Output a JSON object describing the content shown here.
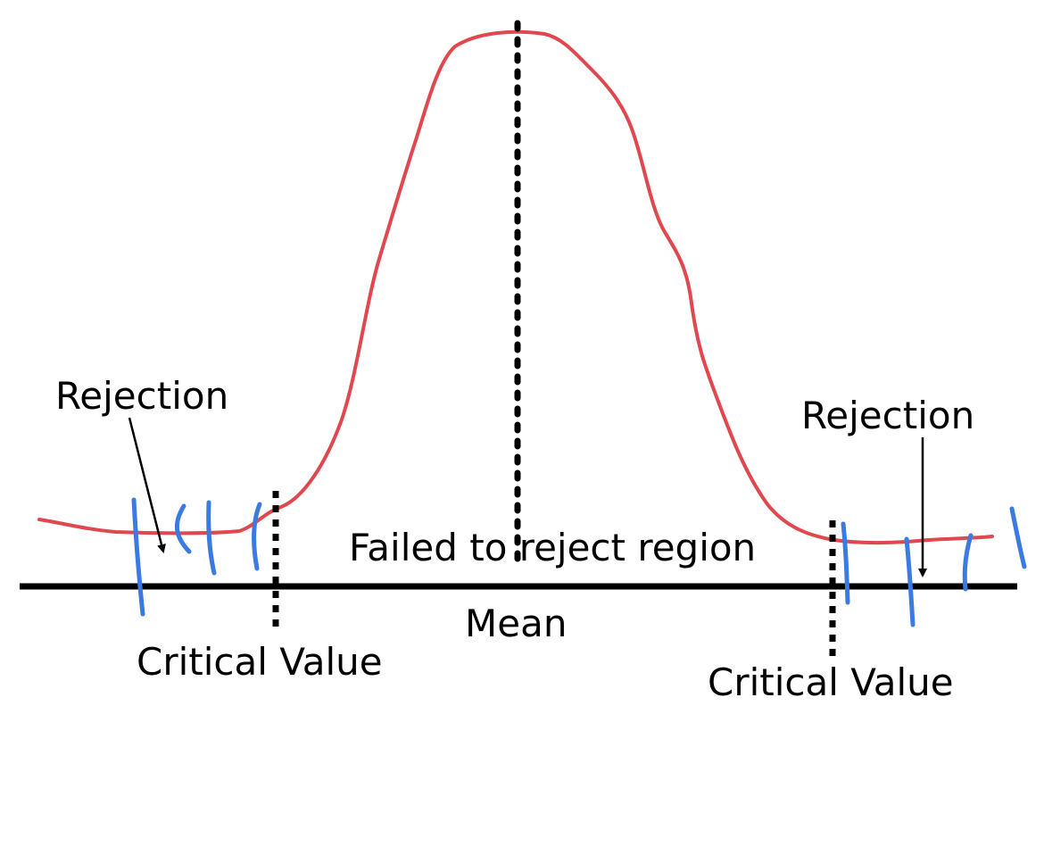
{
  "labels": {
    "rejection_left": "Rejection",
    "rejection_right": "Rejection",
    "failed_region": "Failed to reject region",
    "mean": "Mean",
    "critical_value_left": "Critical Value",
    "critical_value_right": "Critical Value"
  },
  "colors": {
    "curve": "#e0484f",
    "hatch": "#3b7ae0",
    "axis": "#000000",
    "text": "#000000",
    "background": "#ffffff"
  }
}
